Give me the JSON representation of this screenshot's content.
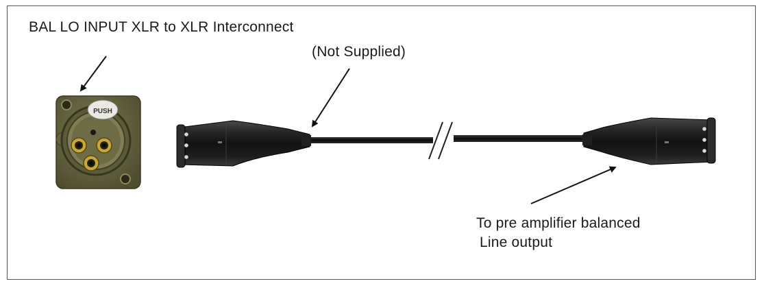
{
  "labels": {
    "title": "BAL LO INPUT XLR to XLR Interconnect",
    "not_supplied": "(Not Supplied)",
    "preamp_line1": "To pre amplifier balanced",
    "preamp_line2": "Line output"
  },
  "panel_connector": {
    "push_tab_text": "PUSH"
  },
  "colors": {
    "panel_metal": "#6b6a45",
    "cable": "#111111",
    "plug_body": "#1b1b1b",
    "pin_gold": "#b8962e",
    "text": "#1a1a1a",
    "frame": "#555555"
  },
  "icons": [
    "xlr-female-panel-jack-icon",
    "xlr-male-plug-icon",
    "cable-break-icon",
    "arrow-icon"
  ]
}
